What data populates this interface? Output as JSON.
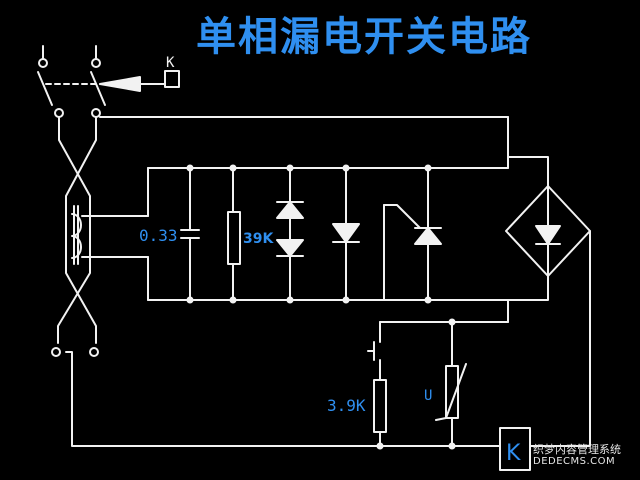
{
  "title": "单相漏电开关电路",
  "labels": {
    "relay_coil_top": "K",
    "relay_coil_box": "K",
    "capacitor": "0.33",
    "resistor_39k": "39K",
    "resistor_3_9k": "3.9K",
    "varistor": "U"
  },
  "watermark": {
    "line1": "织梦内容管理系统",
    "line2": "DEDECMS.COM"
  },
  "colors": {
    "background": "#000000",
    "wire": "#f2f2f2",
    "title": "#2f8ff0",
    "label_blue": "#2f8ff0"
  }
}
